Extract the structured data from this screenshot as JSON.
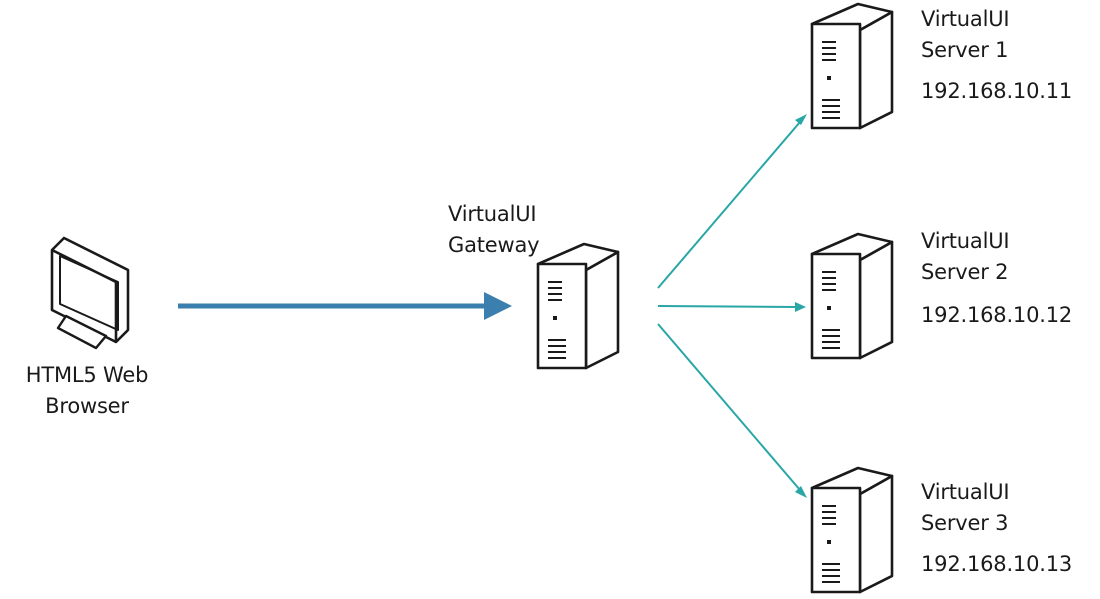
{
  "browser": {
    "line1": "HTML5 Web",
    "line2": "Browser",
    "icon": "monitor-icon"
  },
  "gateway": {
    "line1": "VirtualUI",
    "line2": "Gateway",
    "icon": "server-icon"
  },
  "servers": [
    {
      "line1": "VirtualUI",
      "line2": "Server 1",
      "ip": "192.168.10.11",
      "icon": "server-icon"
    },
    {
      "line1": "VirtualUI",
      "line2": "Server 2",
      "ip": "192.168.10.12",
      "icon": "server-icon"
    },
    {
      "line1": "VirtualUI",
      "line2": "Server 3",
      "ip": "192.168.10.13",
      "icon": "server-icon"
    }
  ],
  "colors": {
    "main_arrow": "#3a7fae",
    "server_arrows": "#29a6a6",
    "outline": "#1a1a1a"
  }
}
